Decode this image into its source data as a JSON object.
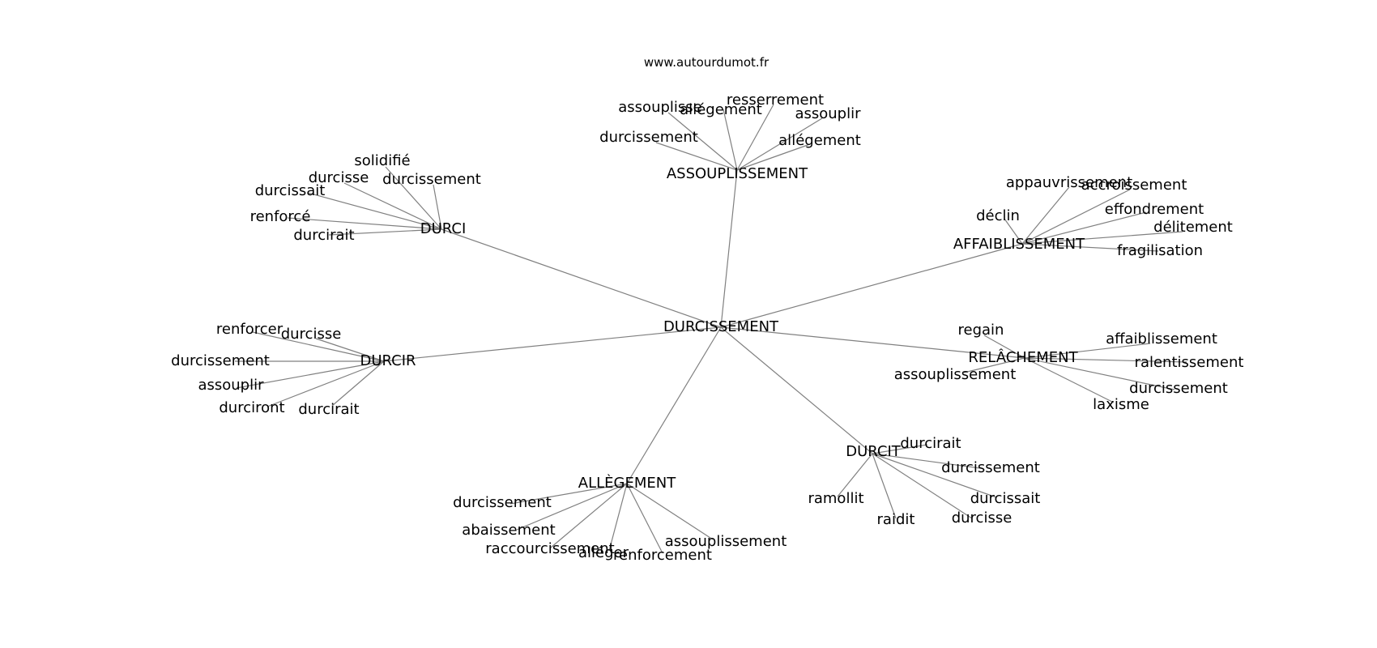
{
  "source": "www.autourdumot.fr",
  "graph": {
    "center": "DURCISSEMENT",
    "hubs": [
      {
        "id": "assouplissement",
        "label": "ASSOUPLISSEMENT",
        "words": [
          "assouplisse",
          "allégement",
          "resserrement",
          "assouplir",
          "durcissement",
          "allégement"
        ]
      },
      {
        "id": "durci",
        "label": "DURCI",
        "words": [
          "solidifié",
          "durcisse",
          "durcissement",
          "durcissait",
          "renforcé",
          "durcirait"
        ]
      },
      {
        "id": "affaiblissement",
        "label": "AFFAIBLISSEMENT",
        "words": [
          "appauvrissement",
          "accroissement",
          "déclin",
          "effondrement",
          "délitement",
          "fragilisation"
        ]
      },
      {
        "id": "durcir",
        "label": "DURCIR",
        "words": [
          "renforcer",
          "durcisse",
          "durcissement",
          "assouplir",
          "durciront",
          "durcirait"
        ]
      },
      {
        "id": "relachement",
        "label": "RELÂCHEMENT",
        "words": [
          "regain",
          "affaiblissement",
          "ralentissement",
          "assouplissement",
          "durcissement",
          "laxisme"
        ]
      },
      {
        "id": "durcit",
        "label": "DURCIT",
        "words": [
          "durcirait",
          "durcissement",
          "durcissait",
          "ramollit",
          "raidit",
          "durcisse"
        ]
      },
      {
        "id": "allegement",
        "label": "ALLÈGEMENT",
        "words": [
          "durcissement",
          "abaissement",
          "raccourcissement",
          "alléger",
          "renforcement",
          "assouplissement"
        ]
      }
    ]
  }
}
